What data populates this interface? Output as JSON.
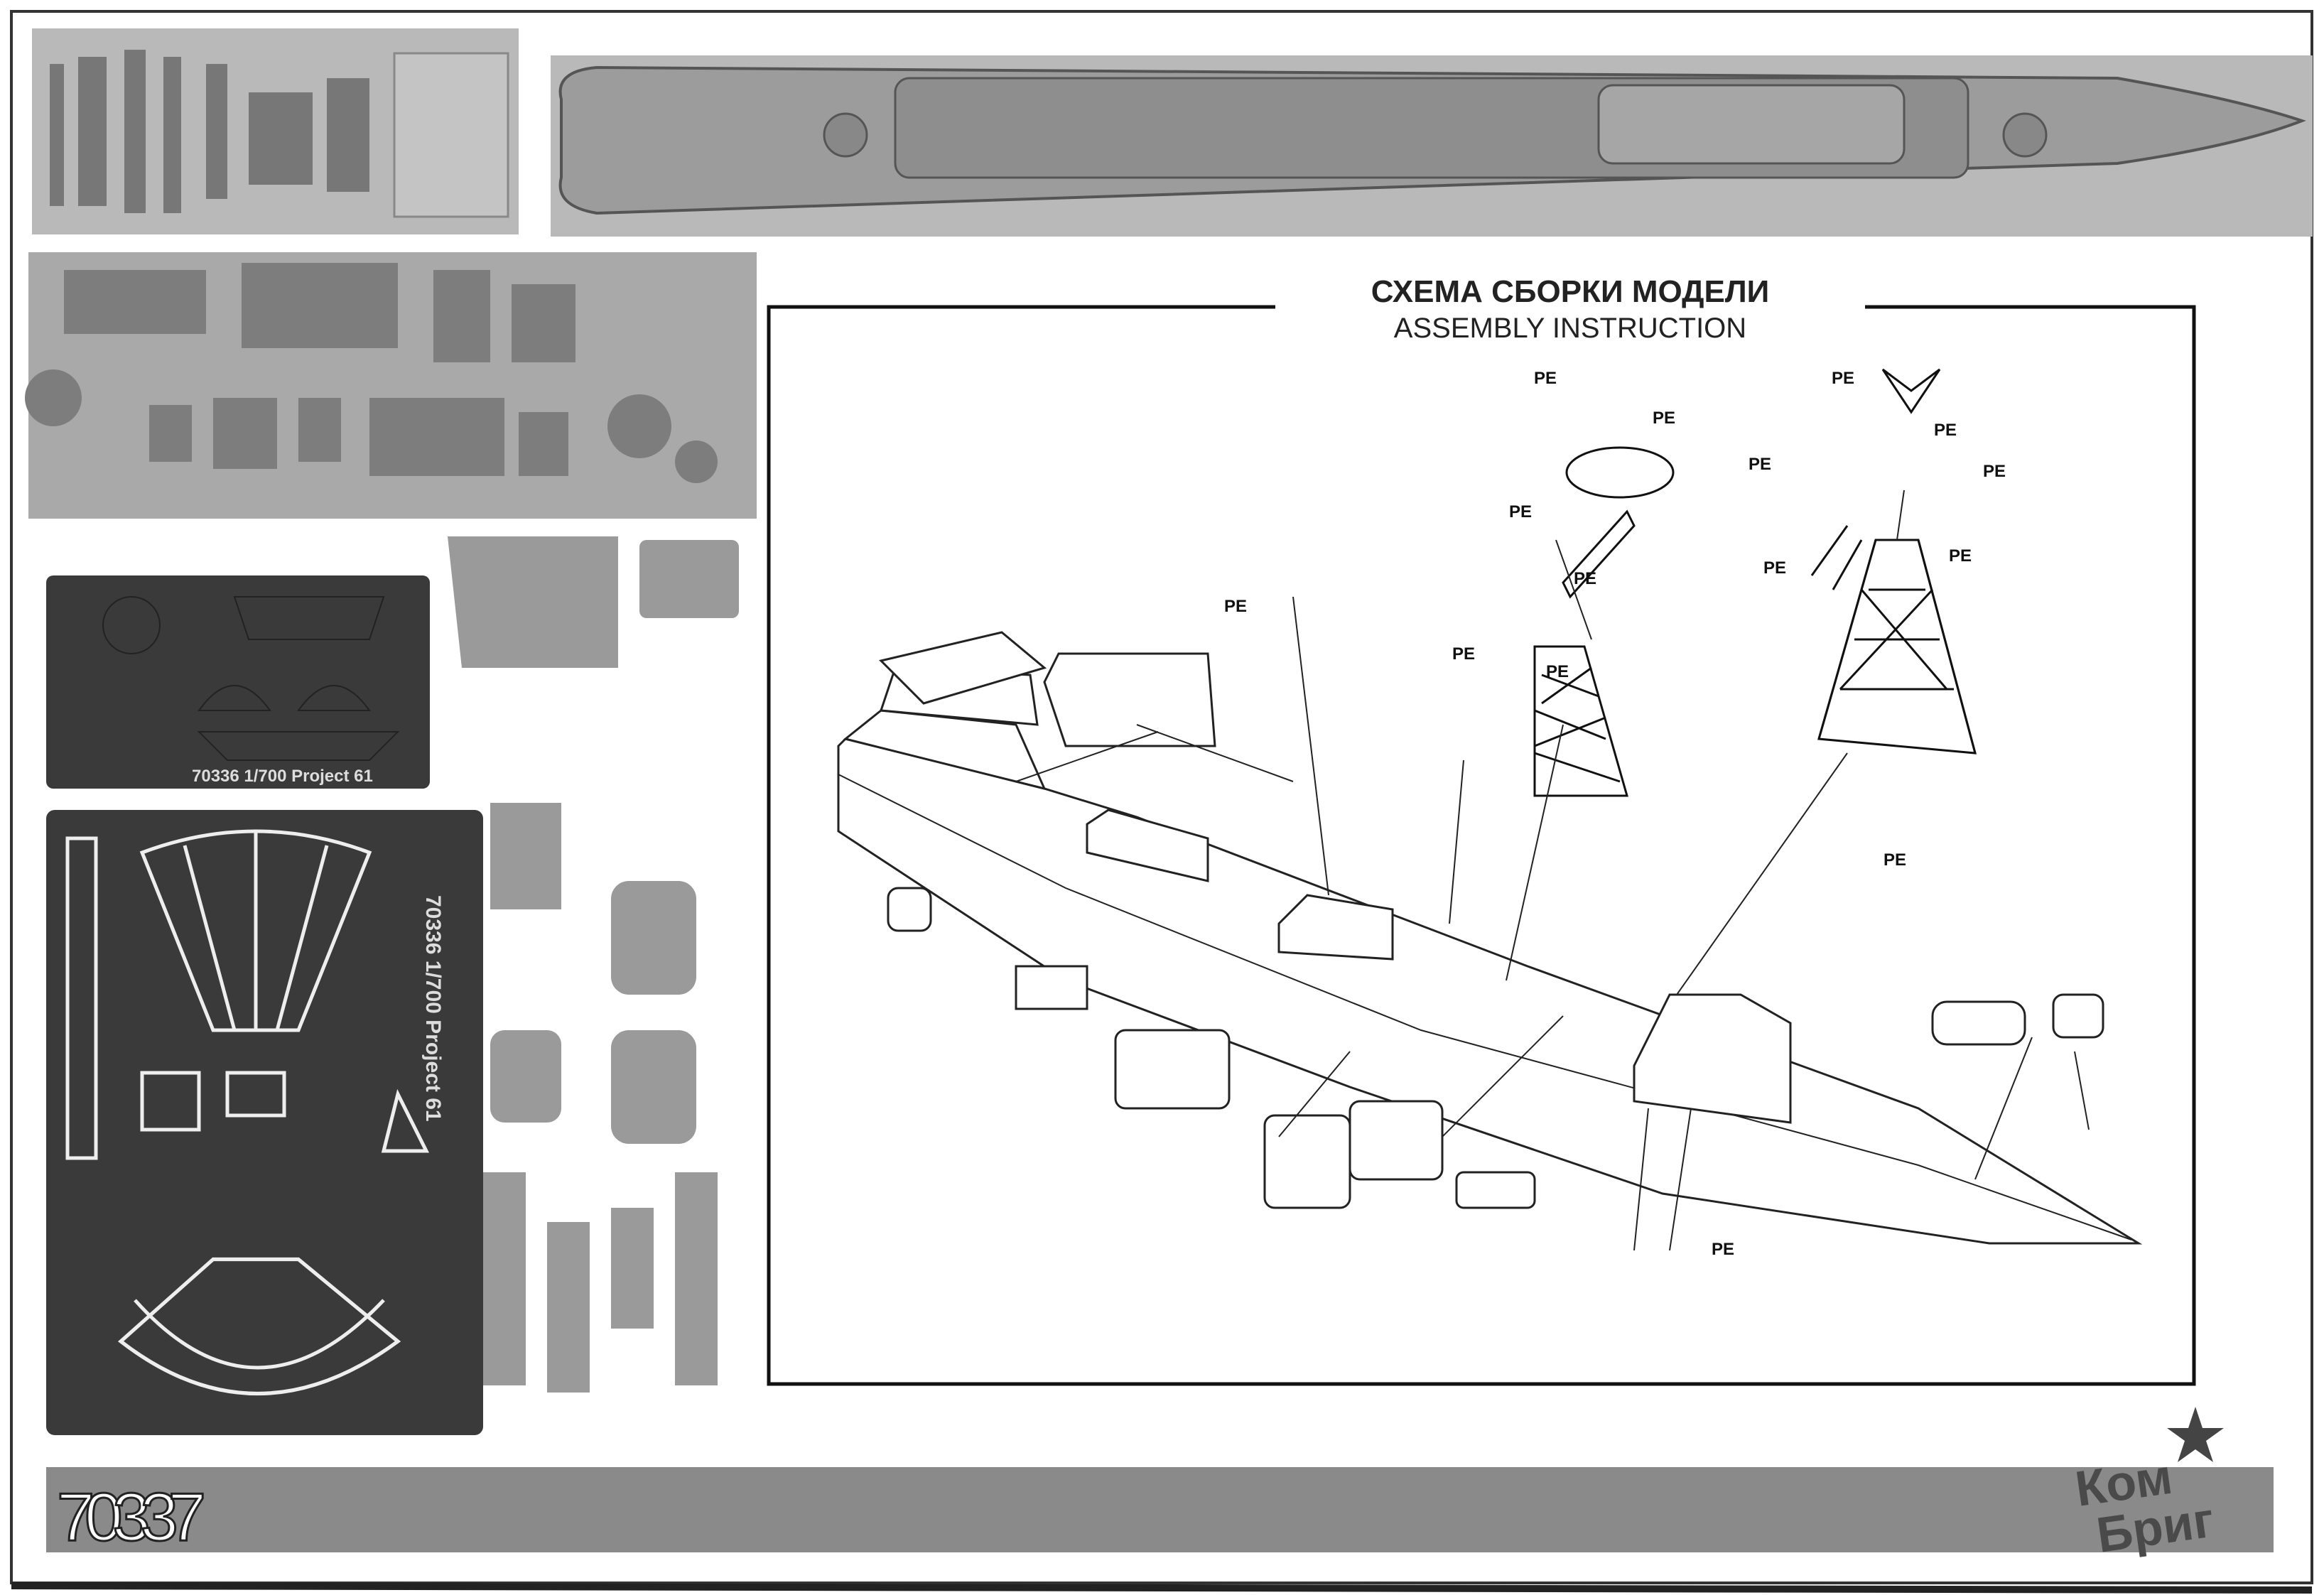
{
  "title": {
    "ru": "СХЕМА СБОРКИ МОДЕЛИ",
    "en": "ASSEMBLY INSTRUCTION"
  },
  "diagram": {
    "pe_label": "PE"
  },
  "photo_etch": {
    "small_fret_marking": "70336  1/700  Project 61",
    "large_fret_marking": "70336  1/700  Project 61"
  },
  "footer": {
    "product_code": "70337",
    "brand_logo": "Ком Бриг"
  },
  "colors": {
    "footer_bar": "#8a8a8a",
    "fret": "#3a3a3a",
    "paper": "#ffffff"
  }
}
